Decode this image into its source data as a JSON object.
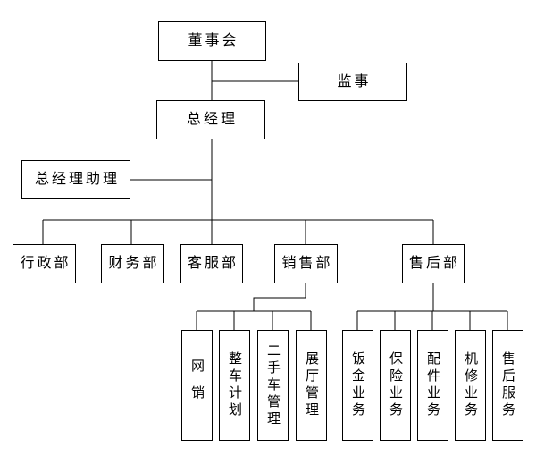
{
  "colors": {
    "background": "#ffffff",
    "line": "#000000",
    "box_border": "#000000",
    "box_fill": "#ffffff",
    "text": "#000000"
  },
  "org_chart": {
    "board": {
      "label": "董事会"
    },
    "supervisor": {
      "label": "监事"
    },
    "general_manager": {
      "label": "总经理"
    },
    "gm_assistant": {
      "label": "总经理助理"
    },
    "departments": [
      {
        "label": "行政部"
      },
      {
        "label": "财务部"
      },
      {
        "label": "客服部"
      },
      {
        "label": "销售部"
      },
      {
        "label": "售后部"
      }
    ],
    "sales_subunits": [
      {
        "label": "网销"
      },
      {
        "label": "整车计划"
      },
      {
        "label": "二手车管理"
      },
      {
        "label": "展厅管理"
      }
    ],
    "aftersales_subunits": [
      {
        "label": "钣金业务"
      },
      {
        "label": "保险业务"
      },
      {
        "label": "配件业务"
      },
      {
        "label": "机修业务"
      },
      {
        "label": "售后服务"
      }
    ]
  }
}
